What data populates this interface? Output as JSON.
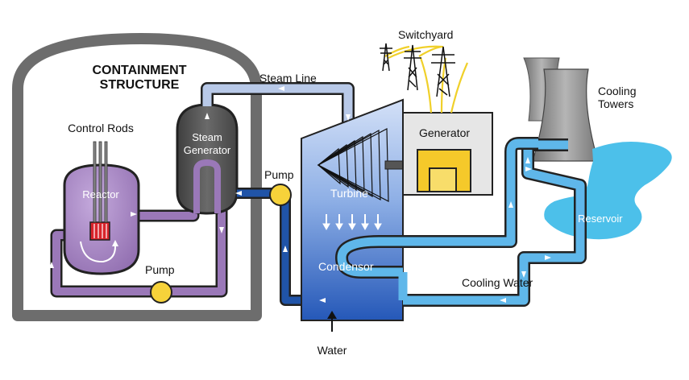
{
  "labels": {
    "containment_line1": "CONTAINMENT",
    "containment_line2": "STRUCTURE",
    "control_rods": "Control Rods",
    "reactor": "Reactor",
    "steam_generator_line1": "Steam",
    "steam_generator_line2": "Generator",
    "steam_line": "Steam Line",
    "pump_primary": "Pump",
    "pump_secondary": "Pump",
    "turbine": "Turbine",
    "condensor": "Condensor",
    "generator": "Generator",
    "switchyard": "Switchyard",
    "cooling_towers_line1": "Cooling",
    "cooling_towers_line2": "Towers",
    "reservoir": "Reservoir",
    "cooling_water": "Cooling Water",
    "water": "Water"
  },
  "colors": {
    "containment": "#6d6d6d",
    "reactor": "#a98bc4",
    "primary_loop": "#9a78b8",
    "steam_generator": "#555555",
    "steam_pipe": "#b8c9e8",
    "turbine_light": "#c5d6f3",
    "condensor_blue": "#2f68c8",
    "feed_pipe": "#2054a8",
    "cooling_pipe": "#5fb7ea",
    "reservoir": "#4cc0ea",
    "generator_box": "#e6e6e6",
    "generator_core": "#f5c92a",
    "pump": "#f6d23a",
    "fuel": "#d8242b",
    "tower": "#8c8c8c"
  }
}
